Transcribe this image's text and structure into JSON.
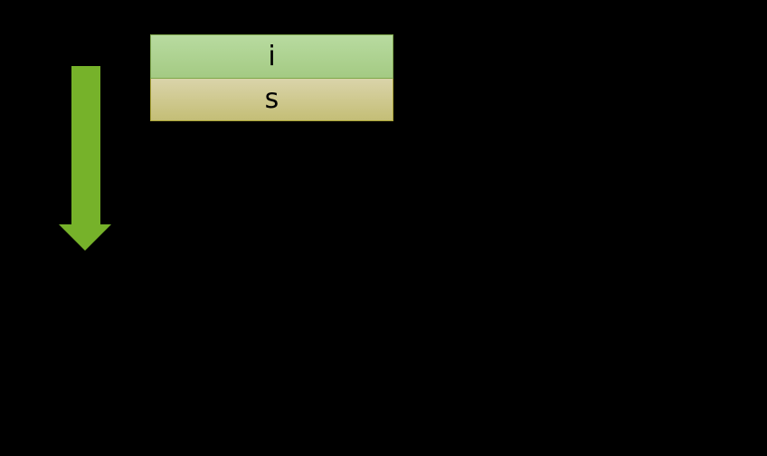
{
  "colors": {
    "background": "#000000",
    "arrow-green": "#76b22a",
    "layer1-fill-top": "#b8dba0",
    "layer1-fill-bottom": "#a4ca83",
    "layer1-border": "#7ea74b",
    "layer2-fill-top": "#dad4aa",
    "layer2-fill-bottom": "#c4be76",
    "layer2-border": "#a9a335",
    "label-text": "#000000"
  },
  "diagram": {
    "arrow": {
      "direction": "down",
      "color": "#76b22a"
    },
    "layers": [
      {
        "label": "i"
      },
      {
        "label": "s"
      }
    ]
  }
}
